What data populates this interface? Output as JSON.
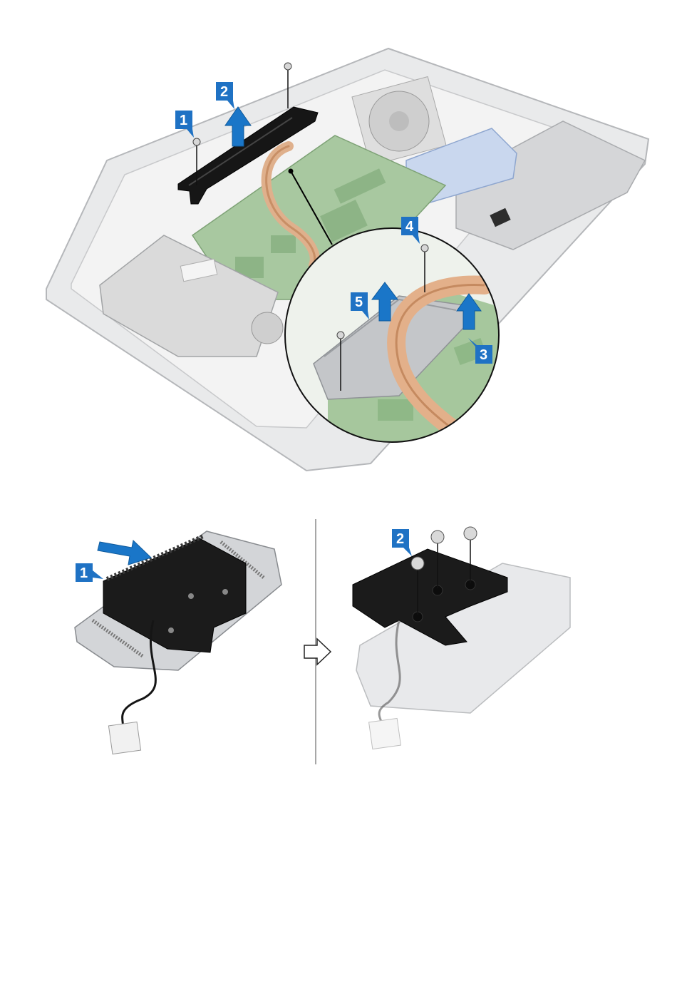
{
  "figure1": {
    "callouts": [
      "1",
      "2",
      "3",
      "4",
      "5"
    ],
    "icons": [
      "screw-icon",
      "lift-arrow-icon",
      "magnifier-circle"
    ],
    "colors": {
      "callout": "#1f72c4",
      "arrow": "#1a76c8",
      "heatpipe": "#d9a47d",
      "board": "#a7c79e",
      "bracket": "#111111"
    }
  },
  "figure2": {
    "left_callouts": [
      "1"
    ],
    "right_callouts": [
      "2"
    ],
    "icons": [
      "push-arrow-icon",
      "next-step-arrow-icon",
      "screw-icon"
    ],
    "colors": {
      "callout": "#1f72c4",
      "arrow": "#1a76c8",
      "plate": "#c9ccd0",
      "cover": "#1a1a1a"
    }
  }
}
